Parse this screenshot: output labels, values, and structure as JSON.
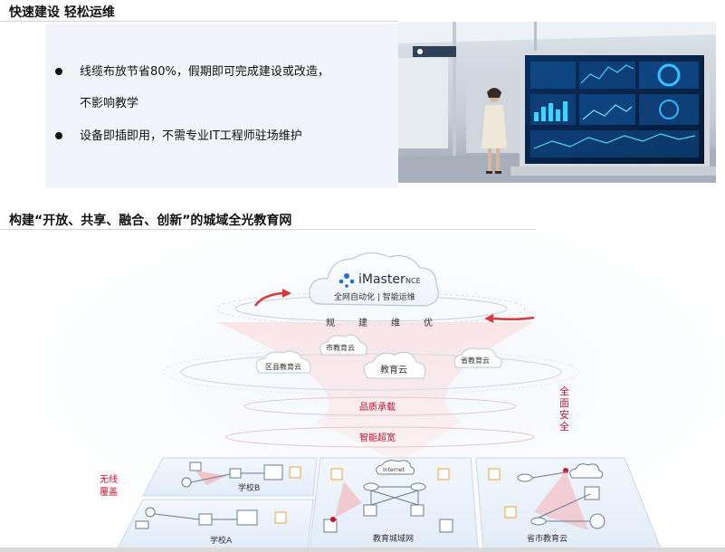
{
  "section1": {
    "title": "快速建设  轻松运维",
    "bullets": [
      {
        "line1": "线缆布放节省80%，假期即可完成建设或改造，",
        "line2": "不影响教学"
      },
      {
        "line1": "设备即插即用，不需专业IT工程师驻场维护",
        "line2": ""
      }
    ]
  },
  "section2": {
    "title": "构建“开放、共享、融合、创新”的城域全光教育网"
  },
  "diagram": {
    "cloud_brand": "iMaster",
    "cloud_brand_suffix": "NCE",
    "cloud_sub": "全网自动化 | 智能运维",
    "ring_labels": [
      "规",
      "建",
      "维",
      "优"
    ],
    "city_cloud": "市教育云",
    "district_cloud": "区县教育云",
    "edu_cloud": "教育云",
    "province_cloud": "省教育云",
    "quality": "品质承载",
    "bandwidth": "智能超宽",
    "security": [
      "全",
      "面",
      "安",
      "全"
    ],
    "wireless": [
      "无线",
      "覆盖"
    ],
    "school_b": "学校B",
    "school_a": "学校A",
    "internet": "Internet",
    "metro_net": "教育城域网",
    "province_city_cloud": "省市教育云"
  },
  "colors": {
    "accent_red": "#c8102e",
    "arrow_red": "#d63a3a",
    "light_blue": "#e8f1fa",
    "brand_blue": "#1d6fd8"
  }
}
